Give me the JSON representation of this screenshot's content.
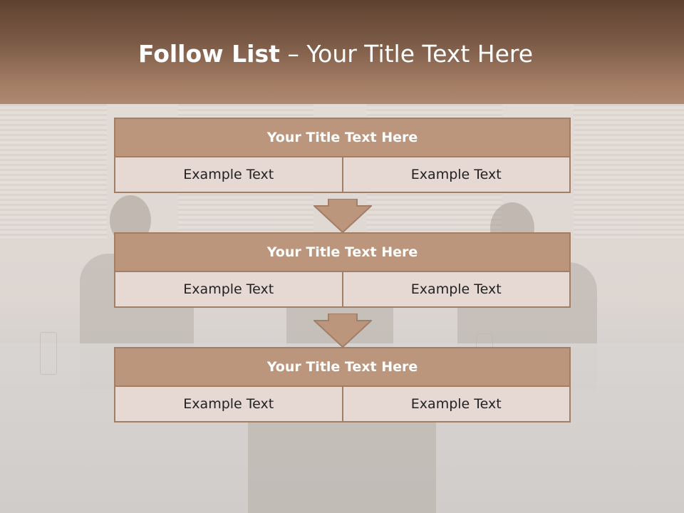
{
  "slide": {
    "title_bold": "Follow List",
    "title_rest": " – Your Title Text Here"
  },
  "steps": [
    {
      "title": "Your Title Text Here",
      "left": "Example Text",
      "right": "Example Text"
    },
    {
      "title": "Your Title Text Here",
      "left": "Example Text",
      "right": "Example Text"
    },
    {
      "title": "Your Title Text Here",
      "left": "Example Text",
      "right": "Example Text"
    }
  ],
  "colors": {
    "header": "#7a5a46",
    "box_title": "#bc967c",
    "box_border": "#a17e66",
    "box_cell": "#e6d8d2"
  }
}
